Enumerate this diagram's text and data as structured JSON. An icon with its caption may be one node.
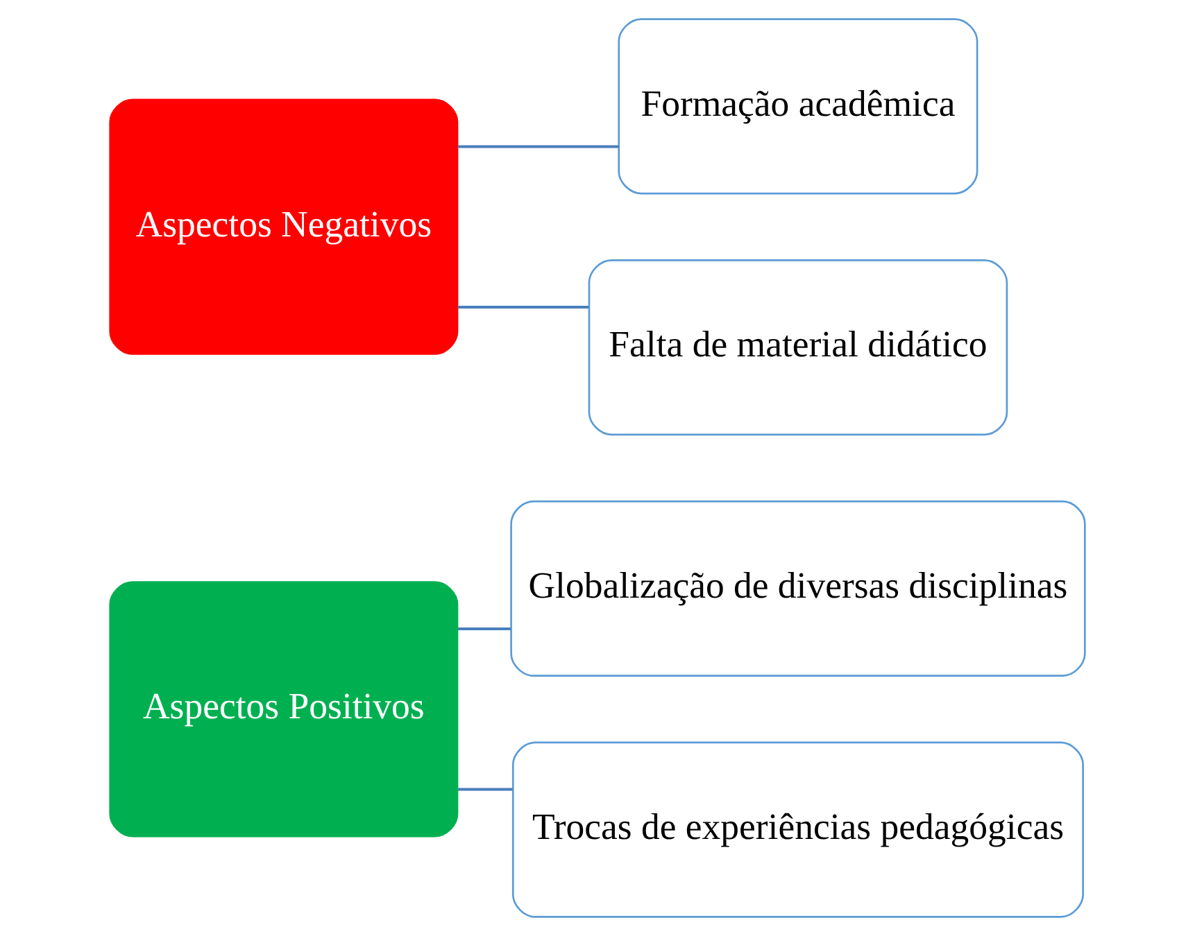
{
  "diagram": {
    "nodes": [
      {
        "text": [
          "Aspectos Positivos"
        ]
      },
      {
        "text": [
          "Globalização de diversas disciplinas"
        ]
      },
      {
        "text": [
          "Trocas de experiências pedagógicas"
        ]
      },
      {
        "text": [
          "Aspectos Negativos"
        ]
      },
      {
        "text": [
          "Formação acadêmica"
        ]
      },
      {
        "text": [
          "Falta de material didático"
        ]
      }
    ],
    "edges": [
      {
        "from": 0,
        "to": 1,
        "arrow": "none"
      },
      {
        "from": 0,
        "to": 2,
        "arrow": "none"
      },
      {
        "from": 3,
        "to": 4,
        "arrow": "none"
      },
      {
        "from": 3,
        "to": 5,
        "arrow": "none"
      }
    ]
  }
}
